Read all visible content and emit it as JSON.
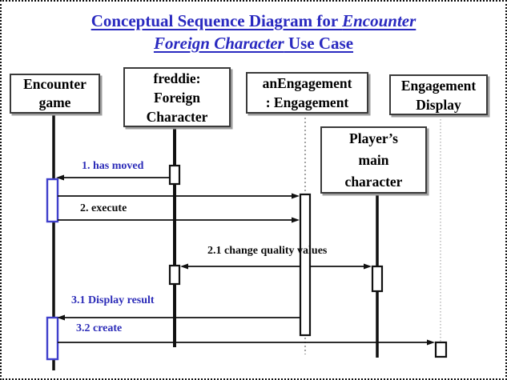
{
  "title": {
    "line1_regular": "Conceptual Sequence Diagram for ",
    "line1_italic": "Encounter",
    "line2_italic": "Foreign Character",
    "line2_regular": " Use Case"
  },
  "colors": {
    "title_blue": "#2a2ac0",
    "message_blue": "#2c2cb8",
    "activation_border_blue": "#4040cc",
    "diagram_black": "#0d0d0d",
    "lifeline_dotted_gray": "#909090"
  },
  "objects": {
    "encounter_game": {
      "lines": [
        "Encounter",
        "game"
      ]
    },
    "freddie": {
      "lines": [
        "freddie:",
        "Foreign",
        "Character"
      ]
    },
    "an_engagement": {
      "lines": [
        "anEngagement",
        ": Engagement"
      ]
    },
    "engagement_display": {
      "lines": [
        "Engagement",
        "Display"
      ]
    },
    "players_main_character": {
      "lines": [
        "Player’s",
        "main",
        "character"
      ]
    }
  },
  "messages": {
    "m1": {
      "label": "1. has moved"
    },
    "m2": {
      "label": "2. execute"
    },
    "m21": {
      "label": "2.1 change quality values"
    },
    "m31": {
      "label": "3.1 Display  result"
    },
    "m32": {
      "label": "3.2 create"
    }
  }
}
